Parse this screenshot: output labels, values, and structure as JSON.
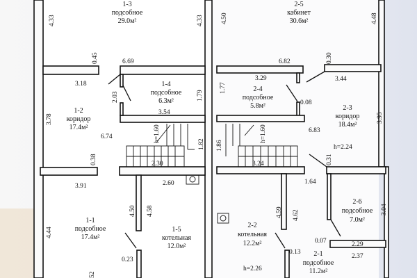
{
  "rooms": {
    "r13": {
      "id": "1-3",
      "name": "подсобное",
      "area": "29.0м²"
    },
    "r14": {
      "id": "1-4",
      "name": "подсобное",
      "area": "6.3м²"
    },
    "r12": {
      "id": "1-2",
      "name": "коридор",
      "area": "17.4м²"
    },
    "r11": {
      "id": "1-1",
      "name": "подсобное",
      "area": "17.4м²"
    },
    "r15": {
      "id": "1-5",
      "name": "котельная",
      "area": "12.0м²"
    },
    "r25": {
      "id": "2-5",
      "name": "кабинет",
      "area": "30.6м²"
    },
    "r24": {
      "id": "2-4",
      "name": "подсобное",
      "area": "5.8м²"
    },
    "r23": {
      "id": "2-3",
      "name": "коридор",
      "area": "18.4м²"
    },
    "r26": {
      "id": "2-6",
      "name": "подсобное",
      "area": "7.0м²"
    },
    "r22": {
      "id": "2-2",
      "name": "котельная",
      "area": "12.2м²"
    },
    "r21": {
      "id": "2-1",
      "name": "подсобное",
      "area": "11.2м²"
    }
  },
  "dims": {
    "d433a": "4.33",
    "d433b": "4.33",
    "d045": "0.45",
    "d669": "6.69",
    "d318": "3.18",
    "d203": "2.03",
    "d179": "1.79",
    "d354": "3.54",
    "d378": "3.78",
    "d674": "6.74",
    "d160a": "h=1.60",
    "d182": "1.82",
    "d038": "0.38",
    "d230": "2.30",
    "d391": "3.91",
    "d260": "2.60",
    "d450a": "4.50",
    "d458": "4.58",
    "d444": "4.44",
    "d023": "0.23",
    "d52": "52",
    "d450b": "4.50",
    "d448": "4.48",
    "d682": "6.82",
    "d030": "0.30",
    "d329": "3.29",
    "d344": "3.44",
    "d177": "1.77",
    "d008": "0.08",
    "d395": "3.95",
    "d683": "6.83",
    "d160b": "h=1.60",
    "d186": "1.86",
    "h224": "h=2.24",
    "d031": "0.31",
    "d324": "3.24",
    "d164": "1.64",
    "d459": "4.59",
    "d462": "4.62",
    "d304": "3.04",
    "d007": "0.07",
    "d229": "2.29",
    "d237": "2.37",
    "d013": "0.13",
    "h226": "h=2.26"
  }
}
